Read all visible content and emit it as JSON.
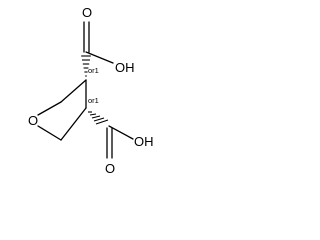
{
  "molecule": {
    "atoms": {
      "ring_oxygen": "O",
      "upper_carbonyl_oxygen": "O",
      "upper_hydroxyl": "OH",
      "lower_carbonyl_oxygen": "O",
      "lower_hydroxyl": "OH"
    },
    "stereo": {
      "upper_center": "or1",
      "lower_center": "or1"
    },
    "bond_color": "#000000",
    "background_color": "#ffffff"
  }
}
